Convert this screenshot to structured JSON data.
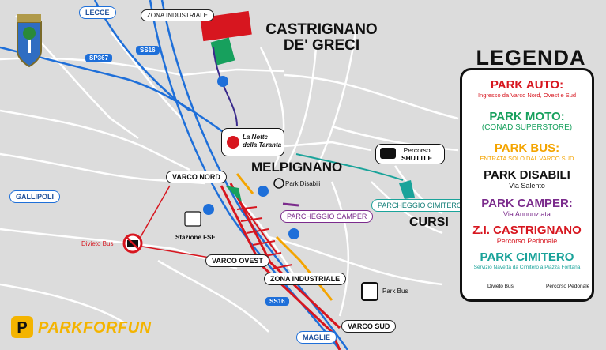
{
  "colors": {
    "park_auto": "#d7161f",
    "park_moto": "#17a05d",
    "park_bus": "#f4a400",
    "park_disabili": "#111111",
    "park_camper": "#7b2b8c",
    "zi_castrignano": "#d7161f",
    "park_cimitero": "#1aa39a",
    "road_main": "#1e6fd9"
  },
  "towns": {
    "castrignano_line1": "CASTRIGNANO",
    "castrignano_line2": "DE' GRECI",
    "melpignano": "MELPIGNANO",
    "cursi": "CURSI"
  },
  "labels": {
    "lecce": "LECCE",
    "gallipoli": "GALLIPOLI",
    "maglie": "MAGLIE",
    "zona_industriale_top": "ZONA INDUSTRIALE",
    "zona_industriale_bottom": "ZONA INDUSTRIALE",
    "varco_nord": "VARCO NORD",
    "varco_ovest": "VARCO OVEST",
    "varco_sud": "VARCO SUD",
    "parcheggio_camper": "PARCHEGGIO CAMPER",
    "parcheggio_cimitero": "PARCHEGGIO CIMITERO",
    "sp367": "SP367",
    "ss16_top": "SS16",
    "ss16_bottom": "SS16",
    "stazione_fse": "Stazione FSE",
    "divieto_bus": "Divieto Bus",
    "park_disabili_map": "Park Disabili",
    "park_bus_map": "Park Bus",
    "percorso_shuttle_1": "Percorso",
    "percorso_shuttle_2": "SHUTTLE",
    "notte_line1": "La Notte",
    "notte_line2": "della Taranta"
  },
  "legend": {
    "title": "LEGENDA",
    "items": [
      {
        "heading": "PARK AUTO:",
        "sub": "Ingresso da Varco Nord, Ovest e Sud"
      },
      {
        "heading": "PARK MOTO:",
        "sub": "(CONAD SUPERSTORE)"
      },
      {
        "heading": "PARK BUS:",
        "sub": "ENTRATA SOLO DAL VARCO SUD"
      },
      {
        "heading": "PARK DISABILI",
        "sub": "Via Salento"
      },
      {
        "heading": "PARK CAMPER:",
        "sub": "Via Annunziata"
      },
      {
        "heading": "Z.I. CASTRIGNANO",
        "sub": "Percorso Pedonale"
      },
      {
        "heading": "PARK CIMITERO",
        "sub": "Servizio Navetta da Cimitero a Piazza Fontana"
      }
    ],
    "divieto_bus": "Divieto Bus",
    "percorso_pedonale": "Percorso Pedonale"
  },
  "brand": {
    "name": "PARKFORFUN"
  }
}
